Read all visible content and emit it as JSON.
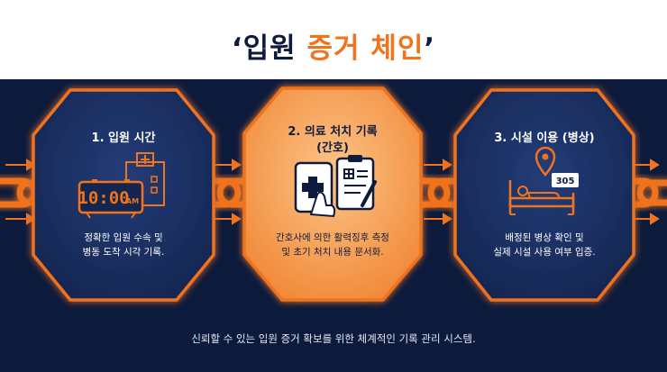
{
  "title": {
    "prefix": "‘입원 ",
    "accent": "증거 체인",
    "suffix": "’"
  },
  "steps": [
    {
      "title": "1. 입원 시간",
      "desc": [
        "정확한 입원 수속 및",
        "병동 도착 시각 기록."
      ],
      "clock": "10:00",
      "clock_suffix": "AM",
      "icon": "alarm-clock-hospital-icon"
    },
    {
      "title": [
        "2. 의료 처치 기록",
        "(간호)"
      ],
      "desc": [
        "간호사에 의한 활력징후 측정",
        "및 초기 처치 내용 문서화."
      ],
      "icon": "medical-tablet-clipboard-icon"
    },
    {
      "title": "3. 시설 이용 (병상)",
      "desc": [
        "배정된 병상 확인 및",
        "실제 시설 사용 여부 입증."
      ],
      "room": "305",
      "icon": "patient-bed-location-icon"
    }
  ],
  "footer": "신뢰할 수 있는 입원 증거 확보를 위한 체계적인 기록 관리 시스템.",
  "colors": {
    "navy": "#0c1a3c",
    "orange": "#f0731e",
    "hex_blue": "#1a2f63",
    "hex_orange_light": "#fbb46e",
    "hex_orange_dark": "#f08a3c",
    "title": "#0e1b3d"
  }
}
